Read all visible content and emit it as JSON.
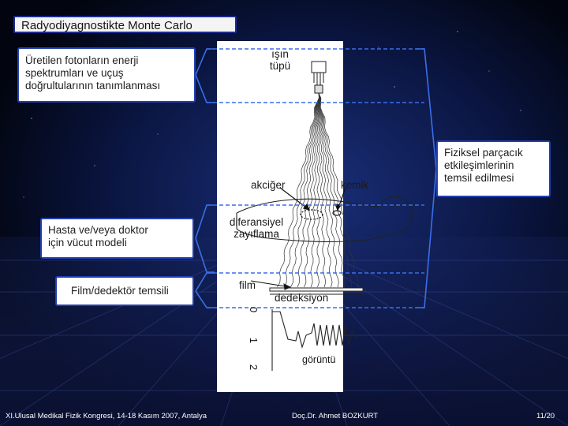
{
  "slide": {
    "title": "Radyodiyagnostikte Monte Carlo",
    "boxes": {
      "spectrum": "Üretilen fotonların enerji\nspektrumları ve uçuş\ndoğrultularının tanımlanması",
      "physics": "Fiziksel parçacık\netkileşimlerinin\ntemsil edilmesi",
      "body": "Hasta ve/veya doktor\niçin vücut modeli",
      "film": "Film/dedektör temsili"
    },
    "diagram": {
      "tube": "ışın\ntüpü",
      "lung": "akciğer",
      "bone": "kemik",
      "attenuation": "diferansiyel\nzayıflama",
      "film": "film",
      "detection": "dedeksiyon",
      "image": "görüntü",
      "axis_ticks": [
        "0",
        "1",
        "2"
      ]
    },
    "footer": {
      "left": "XI.Ulusal Medikal Fizik Kongresi, 14-18 Kasım 2007, Antalya",
      "middle": "Doç.Dr. Ahmet BOZKURT",
      "page": "11/20"
    },
    "colors": {
      "accent_blue": "#243fb0",
      "bracket_blue": "#3a6fe8",
      "background": "#03081a"
    }
  }
}
